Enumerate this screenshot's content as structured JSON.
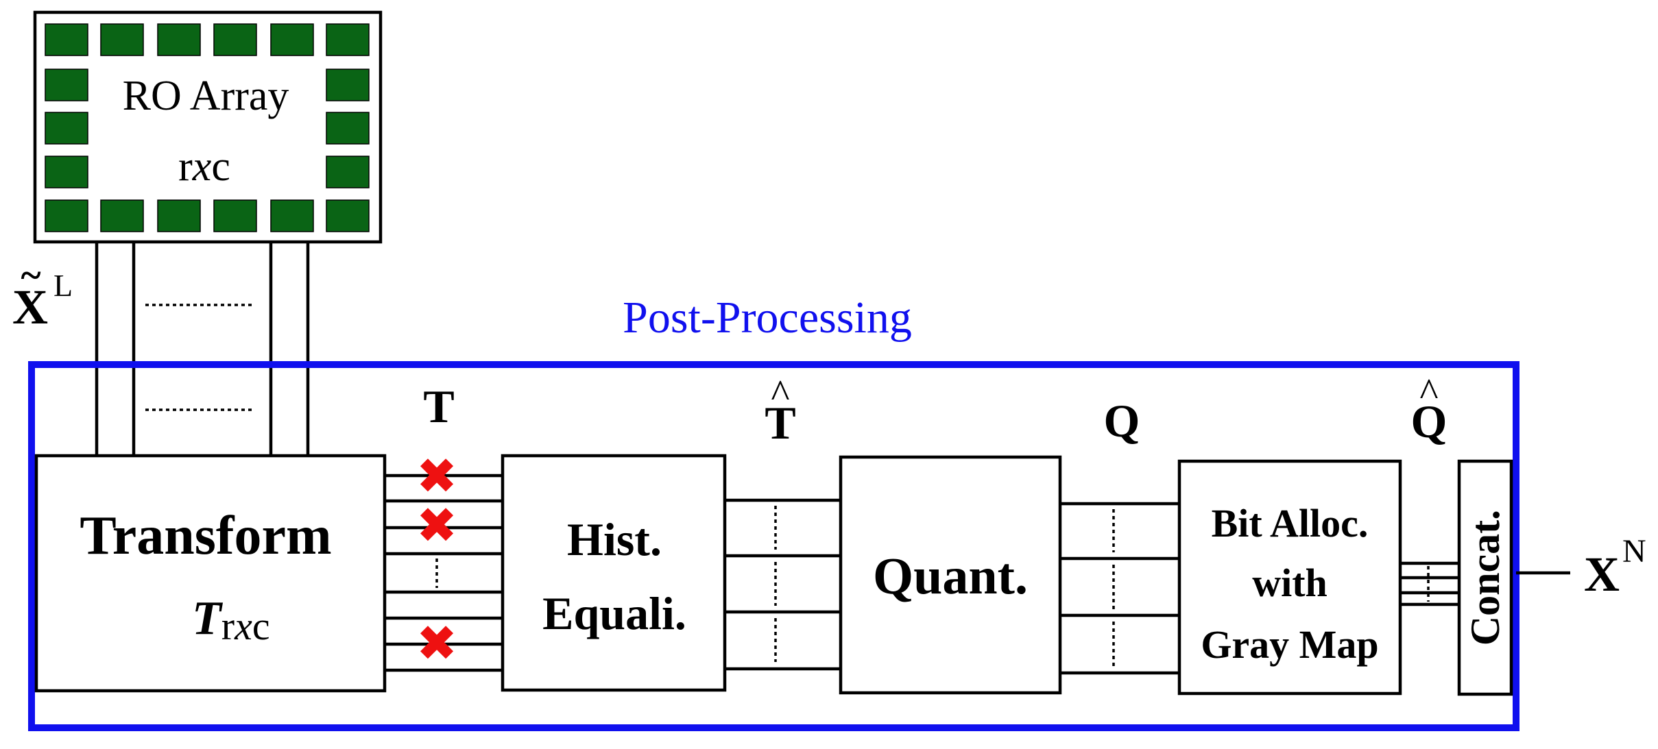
{
  "ro_array": {
    "title": "RO Array",
    "size_r": "r",
    "size_x": "x",
    "size_c": "c",
    "cell_color": "#0a6415"
  },
  "input_label": {
    "base": "X",
    "accent": "~",
    "superscript": "L"
  },
  "post_processing": {
    "title": "Post-Processing",
    "color": "#1010ee"
  },
  "blocks": {
    "transform": {
      "label": "Transform",
      "symbol": "T",
      "subscript_r": "r",
      "subscript_x": "x",
      "subscript_c": "c"
    },
    "hist": {
      "line1": "Hist.",
      "line2": "Equali."
    },
    "quant": {
      "label": "Quant."
    },
    "bitalloc": {
      "line1": "Bit Alloc.",
      "line2": "with",
      "line3": "Gray Map"
    },
    "concat": {
      "label": "Concat."
    }
  },
  "signals": {
    "t": "T",
    "t_hat": {
      "base": "T",
      "accent": "^"
    },
    "q": "Q",
    "q_hat": {
      "base": "Q",
      "accent": "^"
    }
  },
  "output_label": {
    "base": "X",
    "superscript": "N"
  },
  "discard_marker": {
    "glyph": "✖",
    "color": "#ee1111"
  }
}
